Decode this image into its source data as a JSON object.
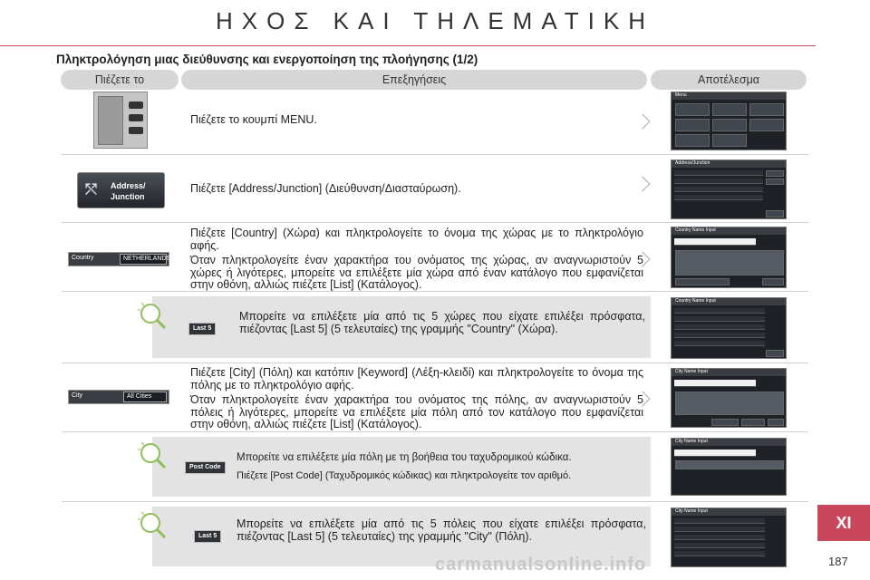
{
  "chapter_title": "ΗΧΟΣ ΚΑΙ ΤΗΛΕΜΑΤΙΚΗ",
  "section_heading": "Πληκτρολόγηση μιας διεύθυνσης και ενεργοποίηση της πλοήγησης (1/2)",
  "columns": {
    "press": "Πιέζετε το",
    "explanations": "Επεξηγήσεις",
    "result": "Αποτέλεσμα"
  },
  "rows": [
    {
      "explanation": [
        "Πιέζετε το κουμπί MENU."
      ]
    },
    {
      "button_label_line1": "Address/",
      "button_label_line2": "Junction",
      "explanation": [
        "Πιέζετε [Address/Junction] (Διεύθυνση/Διασταύρωση)."
      ]
    },
    {
      "field_key": "Country",
      "field_value": "NETHERLANDS",
      "explanation": [
        "Πιέζετε [Country] (Χώρα) και πληκτρολογείτε το όνομα της χώρας με το πληκτρολόγιο αφής.",
        "Όταν πληκτρολογείτε έναν χαρακτήρα του ονόματος της χώρας, αν αναγνωριστούν 5 χώρες ή λιγότερες, μπορείτε να επιλέξετε μία χώρα από έναν κατάλογο που εμφανίζεται στην οθόνη, αλλιώς πιέζετε [List] (Κατάλογος)."
      ]
    },
    {
      "tip_button": "Last 5",
      "tip": [
        "Μπορείτε να επιλέξετε μία από τις 5 χώρες που είχατε επιλέξει πρόσφατα, πιέζοντας [Last 5] (5 τελευταίες) της γραμμής \"Country\" (Χώρα)."
      ]
    },
    {
      "field_key": "City",
      "field_value": "All Cities",
      "explanation": [
        "Πιέζετε [City] (Πόλη) και κατόπιν [Keyword] (Λέξη-κλειδί) και πληκτρολογείτε το όνομα της πόλης με το πληκτρολόγιο αφής.",
        "Όταν πληκτρολογείτε έναν χαρακτήρα του ονόματος της πόλης, αν αναγνωριστούν 5 πόλεις ή λιγότερες, μπορείτε να επιλέξετε μία πόλη από τον κατάλογο που εμφανίζεται στην οθόνη, αλλιώς πιέζετε [List] (Κατάλογος)."
      ]
    },
    {
      "tip_button": "Post Code",
      "tip": [
        "Μπορείτε να επιλέξετε μία πόλη με τη βοήθεια του ταχυδρομικού κώδικα.",
        "Πιέζετε [Post Code] (Ταχυδρομικός κώδικας) και πληκτρολογείτε τον αριθμό."
      ]
    },
    {
      "tip_button": "Last 5",
      "tip": [
        "Μπορείτε να επιλέξετε μία από τις 5 πόλεις που είχατε επιλέξει πρόσφατα, πιέζοντας [Last 5] (5 τελευταίες) της γραμμής \"City\" (Πόλη)."
      ]
    }
  ],
  "screens": [
    {
      "title": "Menu"
    },
    {
      "title": "Address/Junction"
    },
    {
      "title": "Country Name Input"
    },
    {
      "title": "Country Name Input"
    },
    {
      "title": "City Name Input"
    },
    {
      "title": "City Name Input"
    },
    {
      "title": "City Name Input"
    }
  ],
  "chapter_tab": "XI",
  "page_number": "187",
  "watermark": "carmanualsonline.info",
  "colors": {
    "accent": "#c9475a",
    "pill": "#d6d6d6",
    "tip_bg": "#e3e3e3"
  }
}
